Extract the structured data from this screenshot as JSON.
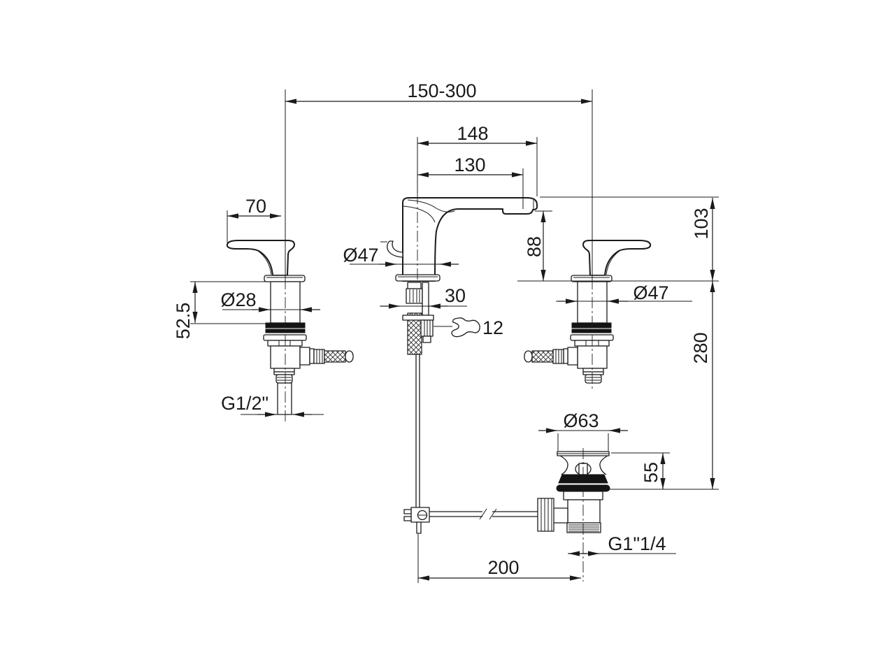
{
  "drawing": {
    "type": "technical-dimension-drawing",
    "subject": "3-hole basin mixer faucet with pop-up waste",
    "line_color": "#1a1a1a",
    "background_color": "#ffffff"
  },
  "dims": {
    "spread_range": "150-300",
    "spout_length_total": "148",
    "spout_reach": "130",
    "handle_length": "70",
    "spout_outlet_height": "88",
    "spout_base_diameter": "Ø47",
    "shank_diameter": "Ø28",
    "under_deck_depth": "52.5",
    "hose_clearance": "30",
    "wrench_size": "12",
    "supply_thread": "G1/2\"",
    "handle_base_diameter": "Ø47",
    "spout_top_height": "103",
    "under_deck_height": "280",
    "waste_flange_diameter": "Ø63",
    "waste_height": "55",
    "waste_thread": "G1\"1/4",
    "rod_offset": "200"
  }
}
